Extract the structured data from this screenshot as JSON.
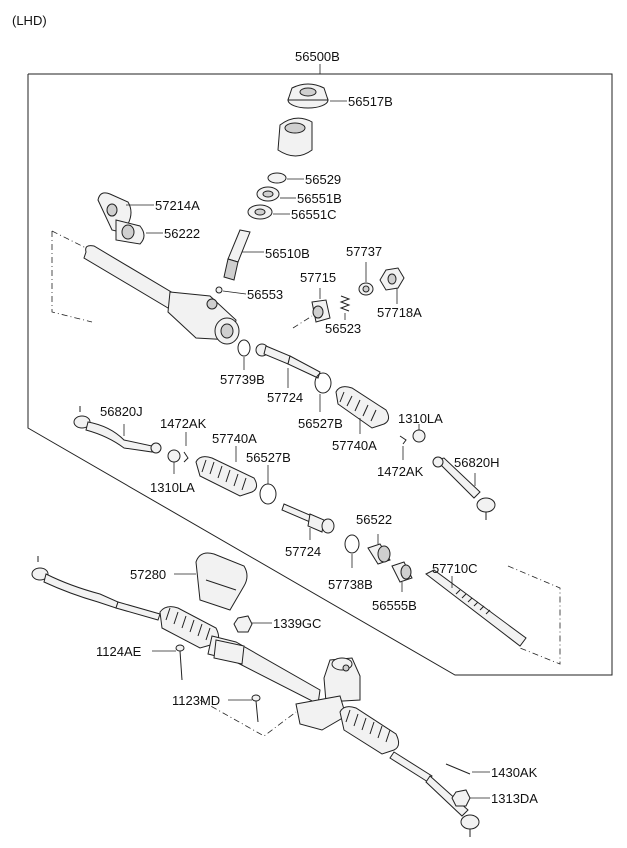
{
  "header": {
    "variant": "(LHD)"
  },
  "assembly": {
    "number": "56500B"
  },
  "labels": {
    "l56517B": "56517B",
    "l56529": "56529",
    "l56551B": "56551B",
    "l56551C": "56551C",
    "l57214A": "57214A",
    "l56222": "56222",
    "l56510B": "56510B",
    "l57737": "57737",
    "l57715": "57715",
    "l56553": "56553",
    "l57718A": "57718A",
    "l56523": "56523",
    "l57739B": "57739B",
    "l57724a": "57724",
    "l56527Ba": "56527B",
    "l57740Aa": "57740A",
    "l1310LAa": "1310LA",
    "l56820J": "56820J",
    "l1472AKa": "1472AK",
    "l57740Ab": "57740A",
    "l56527Bb": "56527B",
    "l1310LAb": "1310LA",
    "l1472AKb": "1472AK",
    "l56820H": "56820H",
    "l57724b": "57724",
    "l56522": "56522",
    "l57738B": "57738B",
    "l57280": "57280",
    "l57710C": "57710C",
    "l56555B": "56555B",
    "l1339GC": "1339GC",
    "l1124AE": "1124AE",
    "l1123MD": "1123MD",
    "l1430AK": "1430AK",
    "l1313DA": "1313DA"
  }
}
